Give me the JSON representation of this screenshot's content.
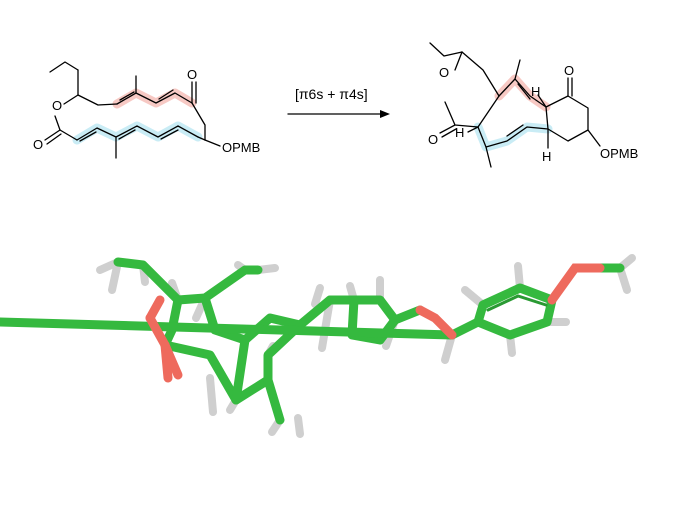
{
  "labels": {
    "start_carbonyl_o": "O",
    "start_ring_o": "O",
    "start_ketone_o": "O",
    "start_opmb": "OPMB",
    "reaction": "[π6s + π4s]",
    "product_ring_o": "O",
    "product_carbonyl_o": "O",
    "product_ketone_o": "O",
    "product_opmb": "OPMB",
    "h_left": "H",
    "h_top": "H",
    "h_bottom": "H"
  },
  "colors": {
    "highlight_red": "#f4b7b0",
    "highlight_blue": "#bfe9f3",
    "carbon_green": "#35b93f",
    "oxygen_red": "#ee6a5d",
    "hydrogen_gray": "#cfcfcf"
  }
}
